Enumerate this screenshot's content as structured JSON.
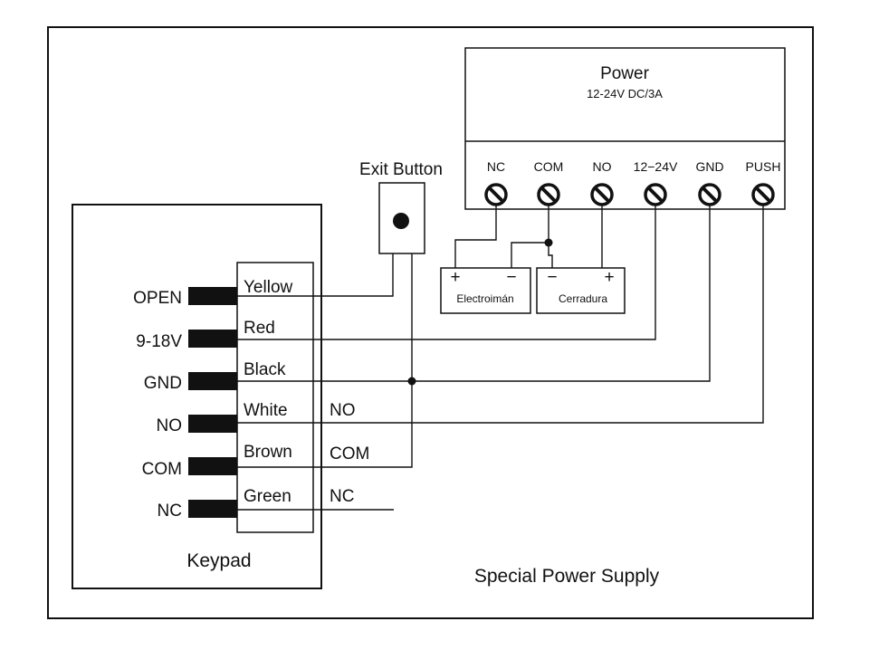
{
  "power": {
    "title": "Power",
    "rating": "12-24V DC/3A",
    "terminals": [
      "NC",
      "COM",
      "NO",
      "12−24V",
      "GND",
      "PUSH"
    ]
  },
  "exit_button": {
    "label": "Exit Button"
  },
  "locks": {
    "electroiman": {
      "label": "Electroimán",
      "left_sign": "+",
      "right_sign": "−"
    },
    "cerradura": {
      "label": "Cerradura",
      "left_sign": "−",
      "right_sign": "+"
    }
  },
  "keypad": {
    "title": "Keypad",
    "pins": [
      {
        "pin": "OPEN",
        "wire": "Yellow",
        "contact": ""
      },
      {
        "pin": "9-18V",
        "wire": "Red",
        "contact": ""
      },
      {
        "pin": "GND",
        "wire": "Black",
        "contact": ""
      },
      {
        "pin": "NO",
        "wire": "White",
        "contact": "NO"
      },
      {
        "pin": "COM",
        "wire": "Brown",
        "contact": "COM"
      },
      {
        "pin": "NC",
        "wire": "Green",
        "contact": "NC"
      }
    ]
  },
  "caption": "Special Power Supply"
}
